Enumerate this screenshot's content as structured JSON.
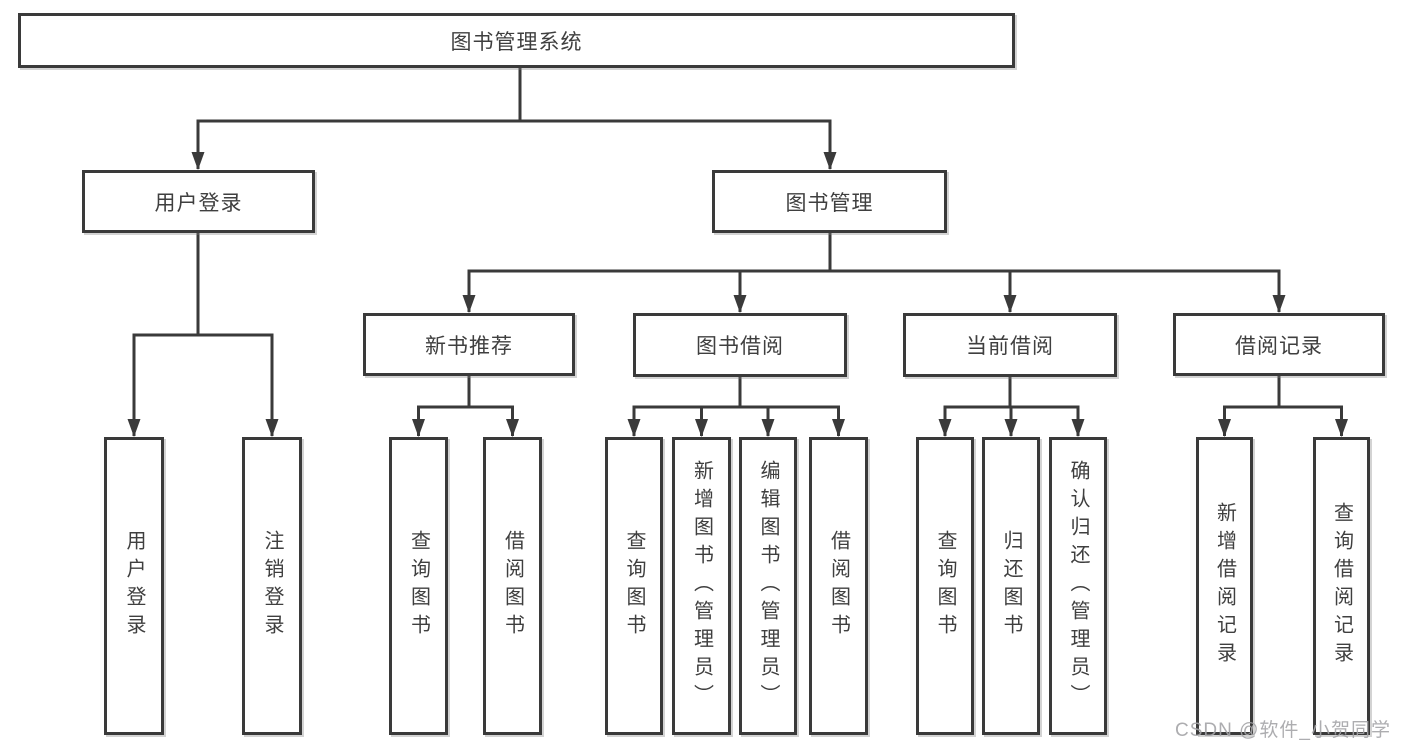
{
  "tree": {
    "root": {
      "label": "图书管理系统",
      "children": [
        {
          "label": "用户登录",
          "children": [
            {
              "label": "用户登录"
            },
            {
              "label": "注销登录"
            }
          ]
        },
        {
          "label": "图书管理",
          "children": [
            {
              "label": "新书推荐",
              "children": [
                {
                  "label": "查询图书"
                },
                {
                  "label": "借阅图书"
                }
              ]
            },
            {
              "label": "图书借阅",
              "children": [
                {
                  "label": "查询图书"
                },
                {
                  "label": "新增图书（管理员）"
                },
                {
                  "label": "编辑图书（管理员）"
                },
                {
                  "label": "借阅图书"
                }
              ]
            },
            {
              "label": "当前借阅",
              "children": [
                {
                  "label": "查询图书"
                },
                {
                  "label": "归还图书"
                },
                {
                  "label": "确认归还（管理员）"
                }
              ]
            },
            {
              "label": "借阅记录",
              "children": [
                {
                  "label": "新增借阅记录"
                },
                {
                  "label": "查询借阅记录"
                }
              ]
            }
          ]
        }
      ]
    }
  },
  "watermark": "CSDN @软件_小贺同学",
  "colors": {
    "line": "#3a3a3a",
    "text": "#3f3f3f",
    "watermark": "#a5a5a8",
    "background": "#ffffff"
  }
}
